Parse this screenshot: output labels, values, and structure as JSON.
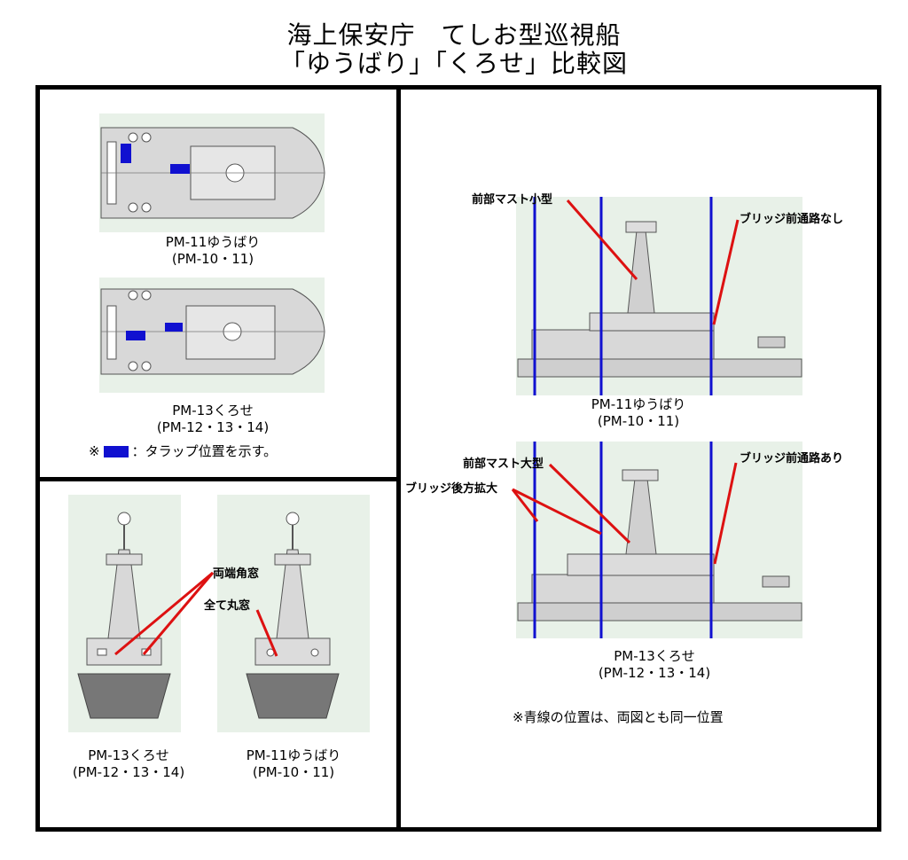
{
  "title": {
    "line1": "海上保安庁　てしお型巡視船",
    "line2": "「ゆうばり」「くろせ」比較図"
  },
  "top_left": {
    "yubari_name": "PM-11ゆうばり",
    "yubari_sub": "(PM-10・11)",
    "kurose_name": "PM-13くろせ",
    "kurose_sub": "(PM-12・13・14)",
    "legend_mark": "※",
    "legend_text": "：タラップ位置を示す。"
  },
  "bottom_left": {
    "kurose_name": "PM-13くろせ",
    "kurose_sub": "(PM-12・13・14)",
    "yubari_name": "PM-11ゆうばり",
    "yubari_sub": "(PM-10・11)",
    "ann_both_square": "両端角窓",
    "ann_all_round": "全て丸窓"
  },
  "right": {
    "yubari_name": "PM-11ゆうばり",
    "yubari_sub": "(PM-10・11)",
    "kurose_name": "PM-13くろせ",
    "kurose_sub": "(PM-12・13・14)",
    "ann_mast_small": "前部マスト小型",
    "ann_bridge_none": "ブリッジ前通路なし",
    "ann_mast_large": "前部マスト大型",
    "ann_bridge_yes": "ブリッジ前通路あり",
    "ann_bridge_aft": "ブリッジ後方拡大",
    "note": "※青線の位置は、両図とも同一位置"
  },
  "colors": {
    "drawing_bg": "#e8f1e8",
    "hull": "#d8d8d8",
    "outline": "#555555",
    "tarap": "#1010d0",
    "guide_line": "#1010d0",
    "annotation_line": "#dd1111"
  }
}
